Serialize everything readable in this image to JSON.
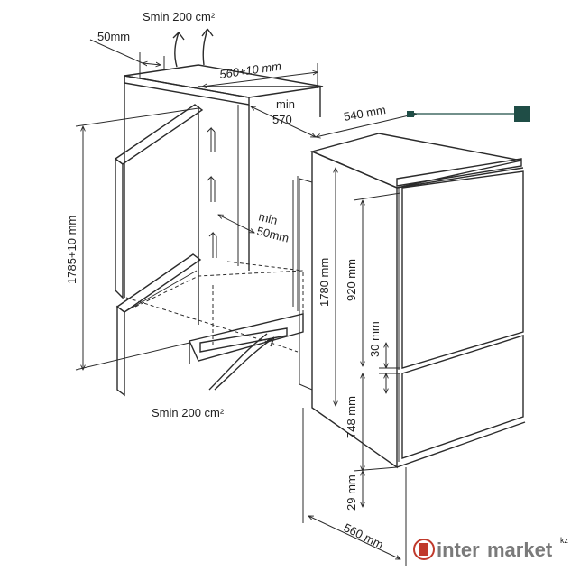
{
  "labels": {
    "vent_top": "Smin 200 cm²",
    "vent_bottom": "Smin 200 cm²",
    "gap_top": "50mm",
    "niche_width": "560+10 mm",
    "min_label_1": "min",
    "niche_depth_min": "570",
    "appliance_depth": "540 mm",
    "min_label_2": "min",
    "vent_gap": "50mm",
    "niche_height": "1785+10 mm",
    "appliance_height": "1780 mm",
    "upper_door": "920 mm",
    "door_gap": "30 mm",
    "lower_door": "748 mm",
    "plinth": "29 mm",
    "appliance_width": "560 mm"
  },
  "watermark": {
    "text_inter": "inter",
    "text_market": "market",
    "suffix": "kz",
    "color": "#7a7a7a",
    "accent": "#c0392b"
  },
  "colors": {
    "line": "#2b2b2b",
    "marker": "#1f4d46"
  }
}
